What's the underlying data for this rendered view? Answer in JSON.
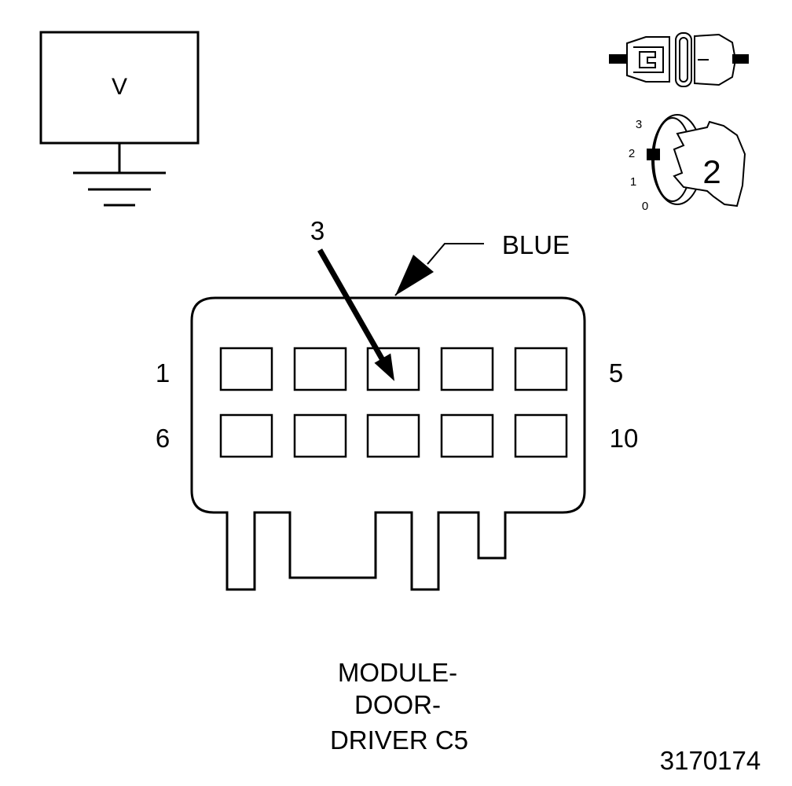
{
  "voltmeter": {
    "symbol": "V"
  },
  "ignition_switch": {
    "positions": [
      "3",
      "2",
      "1",
      "0"
    ],
    "selected": "2"
  },
  "connector": {
    "color_label": "BLUE",
    "callout_pin": "3",
    "row_labels": {
      "top_left": "1",
      "top_right": "5",
      "bottom_left": "6",
      "bottom_right": "10"
    },
    "caption": [
      "MODULE-",
      "DOOR-",
      "DRIVER C5"
    ]
  },
  "figure_number": "3170174"
}
